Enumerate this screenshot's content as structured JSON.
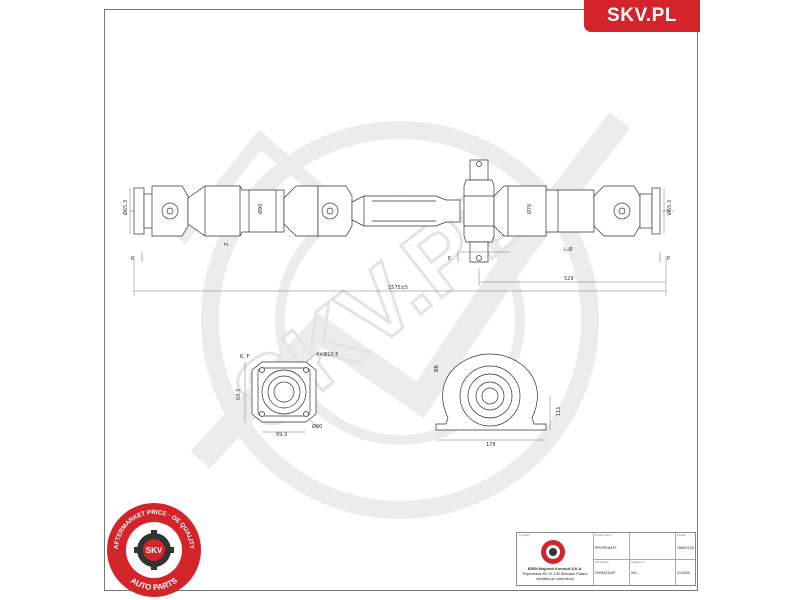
{
  "brand": {
    "logo_text": "SKV.PL",
    "color": "#d3242c"
  },
  "seal": {
    "ring_text": "AFTERMARKET PRICE · OE QUALITY",
    "center_text": "SKV",
    "bottom_text": "AUTO PARTS",
    "color": "#d3242c"
  },
  "watermark": {
    "text": "SKV.PL",
    "color": "#e6e6e6"
  },
  "dimensions": {
    "left_flange_height": "Ø65.3",
    "left_tube_dia": "Ø90",
    "left_small": "Z",
    "right_flange_height": "Ø65.3",
    "right_tube_dia": "Ø76",
    "spline_len": "L-Ø",
    "right_length": "529",
    "total_length": "1575±5",
    "sec_left": "K",
    "sec_mid": "E",
    "sec_right": "P",
    "flange_view_label": "K, F",
    "flange_bolt": "4×Ø10.5",
    "flange_width": "69.3",
    "flange_height": "69.3",
    "flange_dia": "Ø90",
    "bearing_label": "BB",
    "bearing_height": "111",
    "bearing_width": "178"
  },
  "title_block": {
    "company_label": "Company",
    "company_name": "ESEN Wojciech Kornecki S.K.A.",
    "company_address": "Poprzeczna 85, 57-100 Wrocław, Poland",
    "company_contact": "info@skv.pl, www.skv.pl",
    "product_label": "Product name",
    "product_name": "PROPSHAFT",
    "number_label": "Number",
    "number_value": "765KV120",
    "oe_label": "OE Number",
    "oe_value": "2H0521102F",
    "version_label": "Diagram no.",
    "version_value": "001",
    "date_value": "01/2020"
  }
}
